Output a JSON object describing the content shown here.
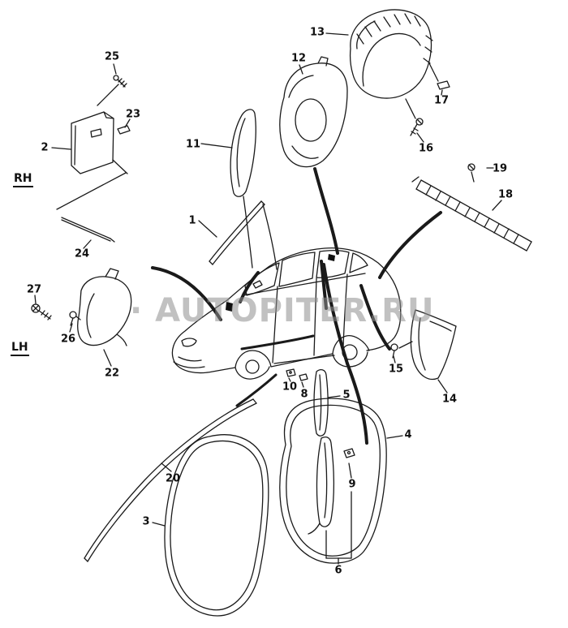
{
  "watermark": {
    "text": "· AUTOPITER.RU",
    "color": "#8f8f8f"
  },
  "labels": {
    "rh": "RH",
    "lh": "LH"
  },
  "colors": {
    "line": "#1a1a1a",
    "background": "#ffffff"
  },
  "callouts": [
    {
      "n": "25"
    },
    {
      "n": "13"
    },
    {
      "n": "12"
    },
    {
      "n": "23"
    },
    {
      "n": "2"
    },
    {
      "n": "17"
    },
    {
      "n": "11"
    },
    {
      "n": "16"
    },
    {
      "n": "19"
    },
    {
      "n": "18"
    },
    {
      "n": "1"
    },
    {
      "n": "24"
    },
    {
      "n": "27"
    },
    {
      "n": "26"
    },
    {
      "n": "22"
    },
    {
      "n": "15"
    },
    {
      "n": "14"
    },
    {
      "n": "10"
    },
    {
      "n": "8"
    },
    {
      "n": "5"
    },
    {
      "n": "4"
    },
    {
      "n": "20"
    },
    {
      "n": "9"
    },
    {
      "n": "3"
    },
    {
      "n": "6"
    }
  ]
}
